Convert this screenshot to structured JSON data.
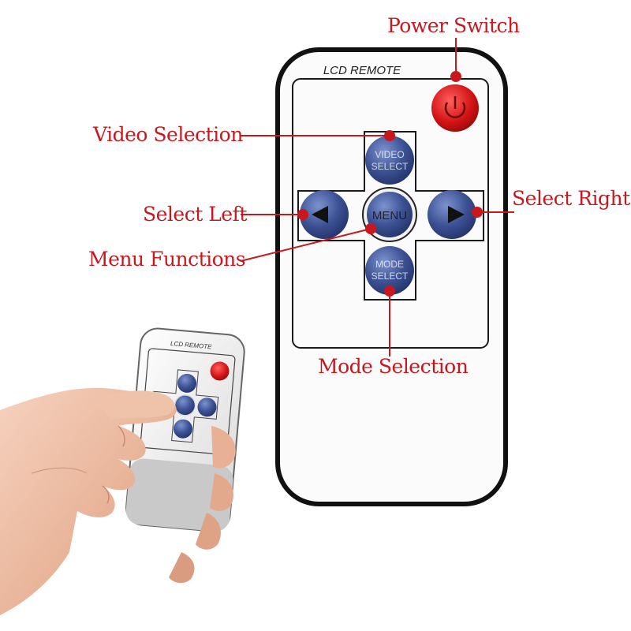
{
  "remote": {
    "brand_label": "LCD REMOTE",
    "buttons": {
      "video_line1": "VIDEO",
      "video_line2": "SELECT",
      "menu": "MENU",
      "mode_line1": "MODE",
      "mode_line2": "SELECT"
    }
  },
  "small_remote": {
    "brand_label": "LCD REMOTE"
  },
  "callouts": {
    "power_switch": "Power Switch",
    "video_selection": "Video Selection",
    "select_left": "Select Left",
    "select_right": "Select Right",
    "menu_functions": "Menu Functions",
    "mode_selection": "Mode Selection"
  },
  "colors": {
    "callout": "#c8181e",
    "button_blue": "#3a4f8e",
    "power_red": "#d01818",
    "body_outline": "#111111",
    "remote_fill": "#fbfbfb"
  },
  "icons": [
    "power-icon",
    "arrow-left-icon",
    "arrow-right-icon",
    "hand-image"
  ]
}
